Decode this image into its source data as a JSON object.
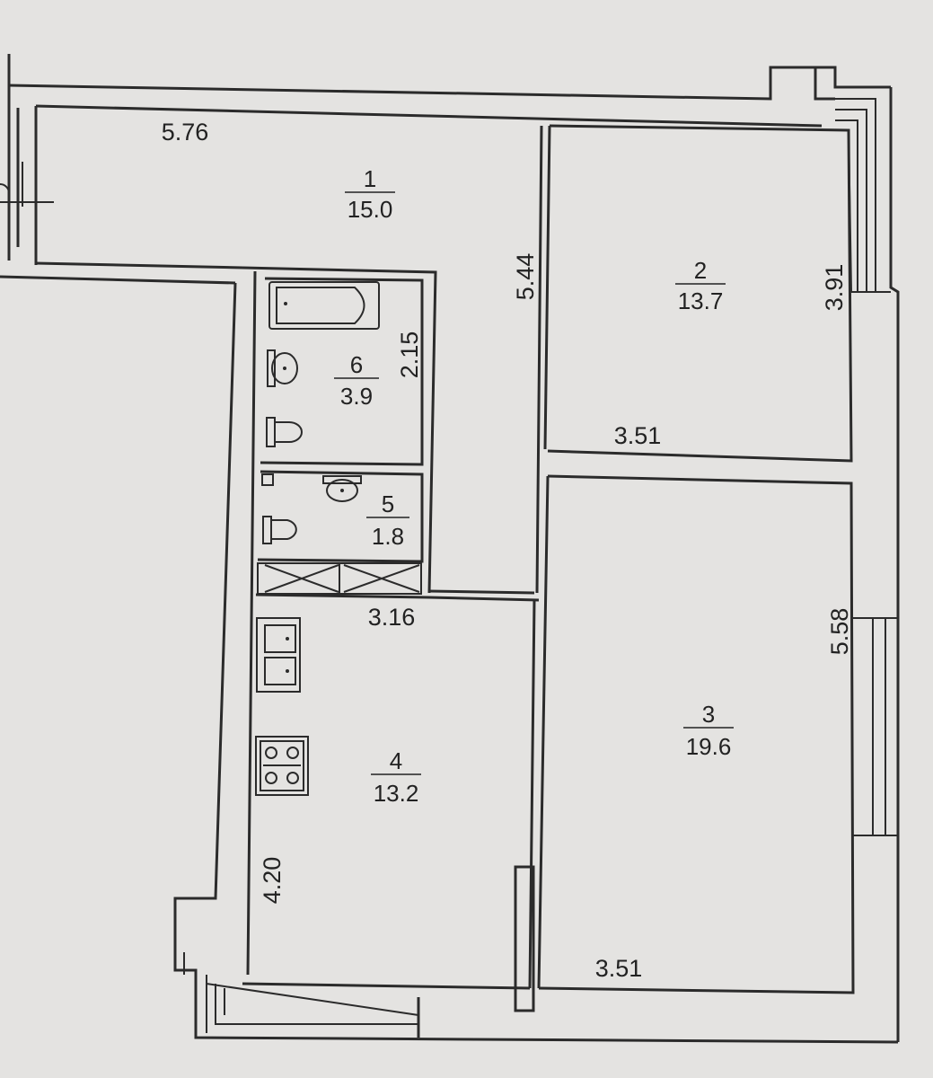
{
  "plan": {
    "rooms": [
      {
        "number": "1",
        "area": "15.0"
      },
      {
        "number": "2",
        "area": "13.7"
      },
      {
        "number": "3",
        "area": "19.6"
      },
      {
        "number": "4",
        "area": "13.2"
      },
      {
        "number": "5",
        "area": "1.8"
      },
      {
        "number": "6",
        "area": "3.9"
      }
    ],
    "dimensions": {
      "room1_length": "5.76",
      "corridor_length": "5.44",
      "room2_depth": "3.91",
      "room2_width": "3.51",
      "room6_depth": "2.15",
      "kitchen_width": "3.16",
      "room3_depth": "5.58",
      "kitchen_depth": "4.20",
      "room3_width": "3.51"
    },
    "colors": {
      "background": "#e4e3e1",
      "line": "#2b2b2b"
    }
  }
}
